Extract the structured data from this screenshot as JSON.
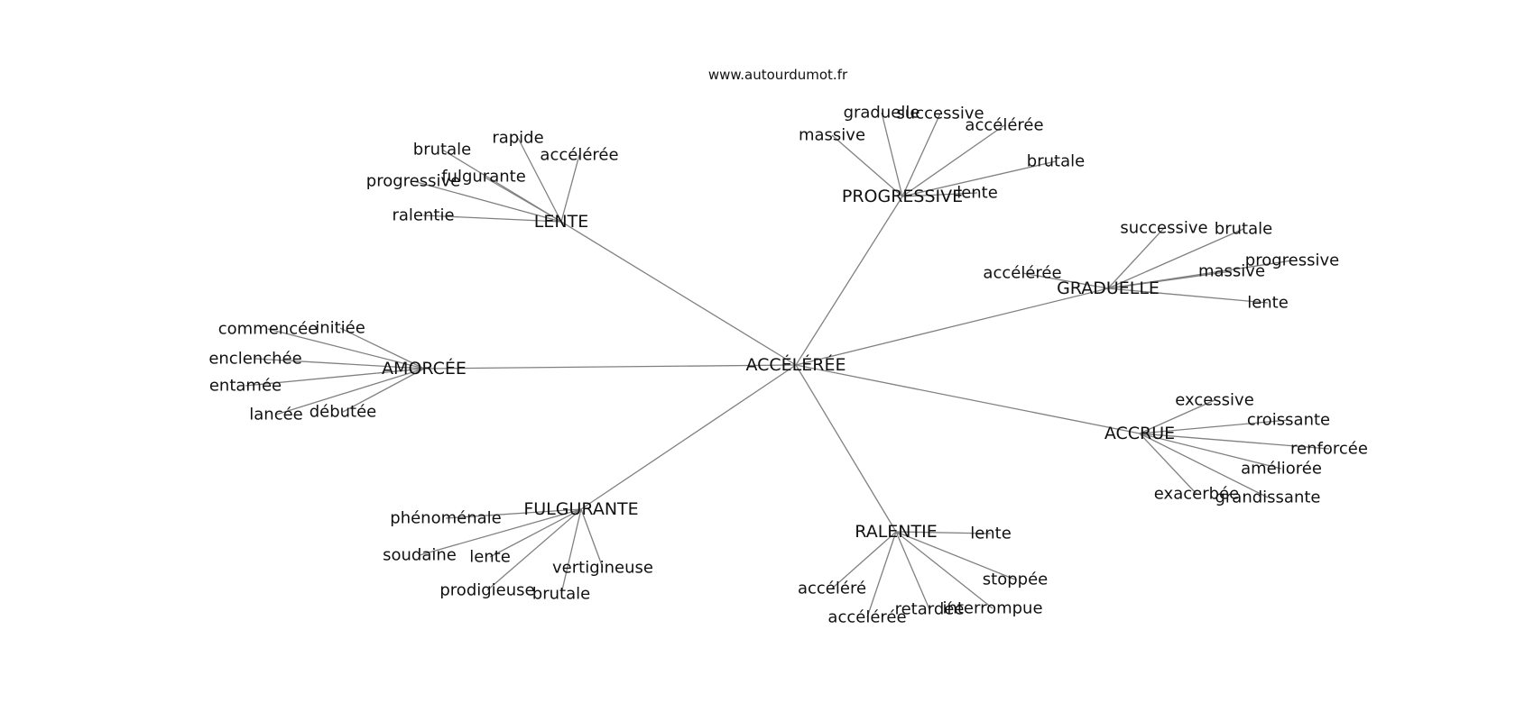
{
  "header": {
    "site": "www.autourdumot.fr"
  },
  "colors": {
    "edge": "#808080",
    "text": "#111111",
    "background": "#ffffff"
  },
  "graph": {
    "center": "ACCÉLÉRÉE",
    "hubs": [
      {
        "label": "LENTE",
        "leaves": [
          "rapide",
          "brutale",
          "accélérée",
          "fulgurante",
          "progressive",
          "ralentie"
        ]
      },
      {
        "label": "PROGRESSIVE",
        "leaves": [
          "graduelle",
          "successive",
          "massive",
          "accélérée",
          "brutale",
          "lente"
        ]
      },
      {
        "label": "GRADUELLE",
        "leaves": [
          "successive",
          "brutale",
          "progressive",
          "massive",
          "accélérée",
          "lente"
        ]
      },
      {
        "label": "AMORCÉE",
        "leaves": [
          "commencée",
          "initiée",
          "enclenchée",
          "entamée",
          "lancée",
          "débutée"
        ]
      },
      {
        "label": "ACCRUE",
        "leaves": [
          "excessive",
          "croissante",
          "renforcée",
          "améliorée",
          "exacerbée",
          "grandissante"
        ]
      },
      {
        "label": "FULGURANTE",
        "leaves": [
          "phénoménale",
          "soudaine",
          "lente",
          "vertigineuse",
          "prodigieuse",
          "brutale"
        ]
      },
      {
        "label": "RALENTIE",
        "leaves": [
          "lente",
          "stoppée",
          "accéléré",
          "accélérée",
          "retardée",
          "interrompue"
        ]
      }
    ]
  }
}
